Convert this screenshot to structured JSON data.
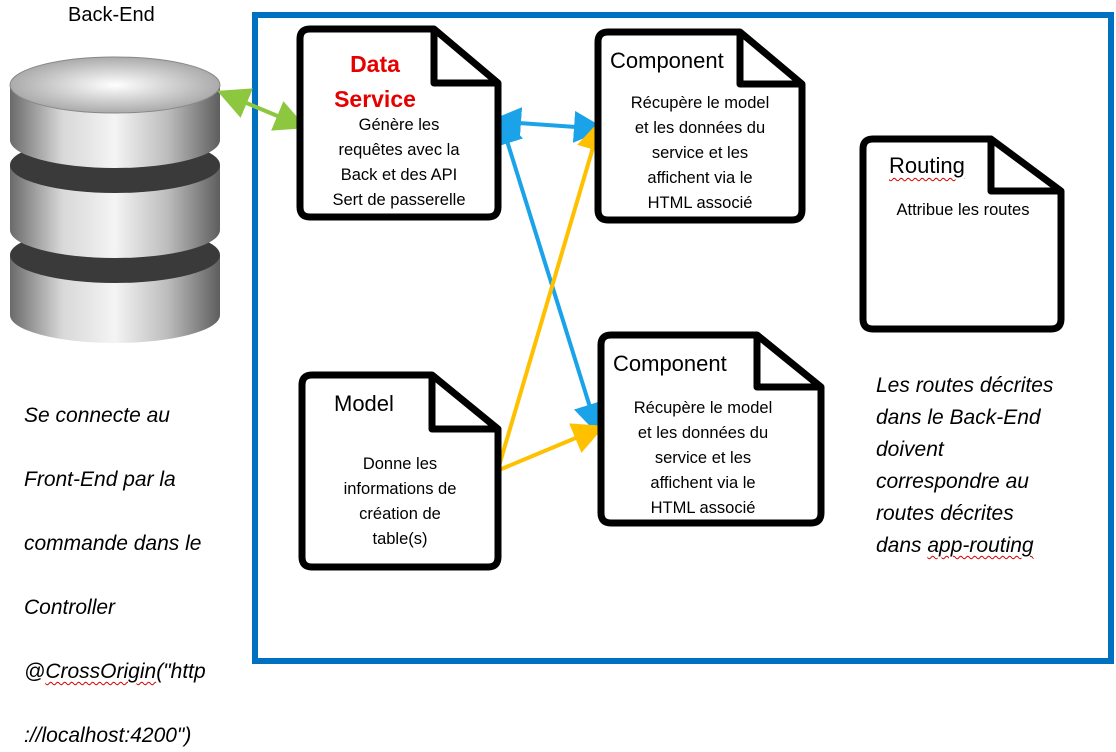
{
  "backend": {
    "label": "Back-End",
    "note_lines": [
      "Se connecte au",
      "Front-End par la",
      "commande dans le",
      "Controller"
    ],
    "note_prefix": "@",
    "note_link": "CrossOrigin",
    "note_suffix": "(\"http",
    "note_last": "://localhost:4200\")"
  },
  "data_service": {
    "title": "Data\nService",
    "title_color": "#e60000",
    "body": "Génère les\nrequêtes avec la\nBack et des API\nSert de passerelle"
  },
  "component_1": {
    "title": "Component",
    "body": "Récupère le model\net les données du\nservice et les\naffichent via le\nHTML associé"
  },
  "component_2": {
    "title": "Component",
    "body": "Récupère le model\net les données du\nservice et les\naffichent via le\nHTML associé"
  },
  "model": {
    "title": "Model",
    "body": "Donne les\ninformations de\ncréation de\ntable(s)"
  },
  "routing": {
    "title": "Routing",
    "body": "Attribue les routes"
  },
  "routing_note": {
    "text": "Les routes décrites\ndans le Back-End\ndoivent\ncorrespondre au\nroutes décrites\ndans ",
    "link": "app-routing"
  },
  "colors": {
    "frame": "#0070c0",
    "blue_arrow": "#1aa3e8",
    "yellow_arrow": "#ffc000",
    "green_arrow": "#8dc63f"
  }
}
